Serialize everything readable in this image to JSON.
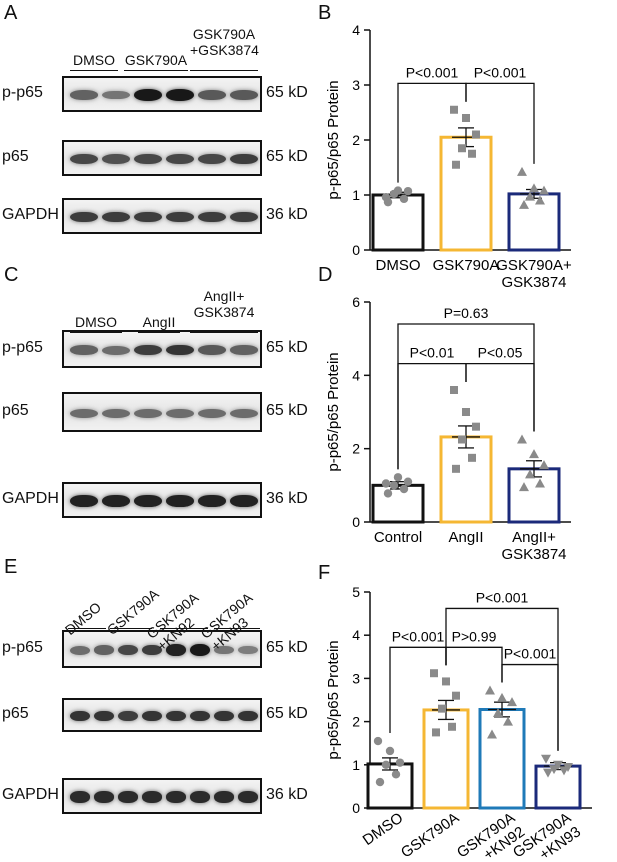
{
  "panels": {
    "A": {
      "letter": "A",
      "groups": [
        "DMSO",
        "GSK790A",
        "GSK790A\n+GSK3874"
      ],
      "rows": [
        {
          "label": "p-p65",
          "kd": "65 kD",
          "lanes": [
            0.55,
            0.45,
            0.95,
            0.95,
            0.6,
            0.6
          ]
        },
        {
          "label": "p65",
          "kd": "65 kD",
          "lanes": [
            0.7,
            0.65,
            0.7,
            0.7,
            0.7,
            0.75
          ]
        },
        {
          "label": "GAPDH",
          "kd": "36 kD",
          "lanes": [
            0.75,
            0.75,
            0.75,
            0.75,
            0.75,
            0.75
          ]
        }
      ]
    },
    "C": {
      "letter": "C",
      "groups": [
        "DMSO",
        "AngII",
        "AngII+\nGSK3874"
      ],
      "rows": [
        {
          "label": "p-p65",
          "kd": "65 kD",
          "lanes": [
            0.55,
            0.5,
            0.75,
            0.8,
            0.6,
            0.55
          ]
        },
        {
          "label": "p65",
          "kd": "65 kD",
          "lanes": [
            0.5,
            0.5,
            0.5,
            0.5,
            0.5,
            0.5
          ]
        },
        {
          "label": "GAPDH",
          "kd": "36 kD",
          "lanes": [
            0.9,
            0.9,
            0.9,
            0.9,
            0.9,
            0.9
          ]
        }
      ]
    },
    "E": {
      "letter": "E",
      "groups": [
        "DMSO",
        "GSK790A",
        "GSK790A\n+KN92",
        "GSK790A\n+KN93"
      ],
      "rows": [
        {
          "label": "p-p65",
          "kd": "65 kD",
          "lanes": [
            0.5,
            0.55,
            0.7,
            0.75,
            0.9,
            0.95,
            0.45,
            0.4
          ]
        },
        {
          "label": "p65",
          "kd": "65 kD",
          "lanes": [
            0.8,
            0.8,
            0.75,
            0.8,
            0.8,
            0.8,
            0.8,
            0.8
          ]
        },
        {
          "label": "GAPDH",
          "kd": "36 kD",
          "lanes": [
            0.85,
            0.85,
            0.85,
            0.85,
            0.85,
            0.85,
            0.85,
            0.85
          ]
        }
      ]
    }
  },
  "chart_data": [
    {
      "panel": "B",
      "type": "bar",
      "ylabel": "p-p65/p65 Protein",
      "ylim": [
        0,
        4
      ],
      "yticks": [
        0,
        1,
        2,
        3,
        4
      ],
      "categories": [
        "DMSO",
        "GSK790A",
        "GSK790A+\nGSK3874"
      ],
      "values": [
        1.0,
        2.05,
        1.02
      ],
      "errors": [
        0.05,
        0.17,
        0.08
      ],
      "colors": [
        "#111111",
        "#f5b733",
        "#1b2a7a"
      ],
      "marker_shapes": [
        "circle",
        "square",
        "triangle"
      ],
      "points": [
        [
          0.87,
          0.93,
          1.02,
          1.07,
          1.08,
          0.96
        ],
        [
          1.55,
          1.75,
          1.85,
          2.1,
          2.4,
          2.55
        ],
        [
          0.82,
          0.9,
          0.97,
          1.08,
          1.12,
          1.42
        ]
      ],
      "comparisons": [
        {
          "from": 0,
          "to": 1,
          "label": "P<0.001"
        },
        {
          "from": 1,
          "to": 2,
          "label": "P<0.001"
        }
      ]
    },
    {
      "panel": "D",
      "type": "bar",
      "ylabel": "p-p65/p65 Protein",
      "ylim": [
        0,
        6
      ],
      "yticks": [
        0,
        2,
        4,
        6
      ],
      "categories": [
        "Control",
        "AngII",
        "AngII+\nGSK3874"
      ],
      "values": [
        1.0,
        2.32,
        1.45
      ],
      "errors": [
        0.1,
        0.3,
        0.22
      ],
      "colors": [
        "#111111",
        "#f5b733",
        "#1b2a7a"
      ],
      "marker_shapes": [
        "circle",
        "square",
        "triangle"
      ],
      "points": [
        [
          0.78,
          0.9,
          1.0,
          1.1,
          1.22,
          1.05
        ],
        [
          1.45,
          1.75,
          2.25,
          2.6,
          3.0,
          3.6
        ],
        [
          0.95,
          1.05,
          1.3,
          1.55,
          1.85,
          2.25
        ]
      ],
      "comparisons": [
        {
          "from": 0,
          "to": 1,
          "label": "P<0.01"
        },
        {
          "from": 1,
          "to": 2,
          "label": "P<0.05"
        },
        {
          "from": 0,
          "to": 2,
          "label": "P=0.63"
        }
      ]
    },
    {
      "panel": "F",
      "type": "bar",
      "ylabel": "p-p65/p65 Protein",
      "ylim": [
        0,
        5
      ],
      "yticks": [
        0,
        1,
        2,
        3,
        4,
        5
      ],
      "categories": [
        "DMSO",
        "GSK790A",
        "GSK790A\n+KN92",
        "GSK790A\n+KN93"
      ],
      "values": [
        1.02,
        2.27,
        2.28,
        0.97
      ],
      "errors": [
        0.14,
        0.22,
        0.17,
        0.08
      ],
      "colors": [
        "#111111",
        "#f5b733",
        "#1f7ab8",
        "#1b2a7a"
      ],
      "marker_shapes": [
        "circle",
        "square",
        "triangle",
        "triangle-down"
      ],
      "points": [
        [
          0.6,
          0.78,
          1.0,
          1.05,
          1.32,
          1.55
        ],
        [
          1.75,
          1.88,
          2.3,
          2.6,
          2.93,
          3.12
        ],
        [
          1.7,
          2.0,
          2.2,
          2.45,
          2.55,
          2.72
        ],
        [
          0.82,
          0.87,
          0.9,
          0.95,
          1.0,
          1.14
        ]
      ],
      "comparisons": [
        {
          "from": 0,
          "to": 1,
          "label": "P<0.001"
        },
        {
          "from": 1,
          "to": 2,
          "label": "P>0.99"
        },
        {
          "from": 2,
          "to": 3,
          "label": "P<0.001"
        },
        {
          "from": 1,
          "to": 3,
          "label": "P<0.001"
        }
      ]
    }
  ],
  "letters": {
    "B": "B",
    "D": "D",
    "F": "F"
  }
}
